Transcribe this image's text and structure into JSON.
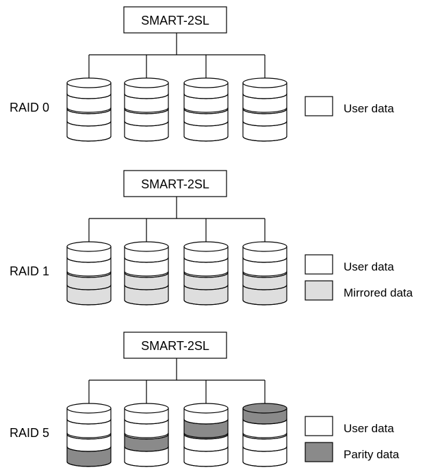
{
  "colors": {
    "user": "#ffffff",
    "mirrored": "#dedede",
    "parity": "#8a8a8a",
    "line": "#000000"
  },
  "sections": [
    {
      "controller": "SMART-2SL",
      "raid_label": "RAID 0",
      "disks": [
        [
          "user",
          "user",
          "user",
          "user"
        ],
        [
          "user",
          "user",
          "user",
          "user"
        ],
        [
          "user",
          "user",
          "user",
          "user"
        ],
        [
          "user",
          "user",
          "user",
          "user"
        ]
      ],
      "legend": [
        {
          "key": "user",
          "label": "User data"
        }
      ]
    },
    {
      "controller": "SMART-2SL",
      "raid_label": "RAID 1",
      "disks": [
        [
          "user",
          "user",
          "user",
          "user"
        ],
        [
          "user",
          "user",
          "user",
          "user"
        ],
        [
          "mirrored",
          "mirrored",
          "mirrored",
          "mirrored"
        ],
        [
          "mirrored",
          "mirrored",
          "mirrored",
          "mirrored"
        ]
      ],
      "legend": [
        {
          "key": "user",
          "label": "User data"
        },
        {
          "key": "mirrored",
          "label": "Mirrored data"
        }
      ]
    },
    {
      "controller": "SMART-2SL",
      "raid_label": "RAID 5",
      "disks": [
        [
          "user",
          "user",
          "user",
          "parity"
        ],
        [
          "user",
          "user",
          "parity",
          "user"
        ],
        [
          "user",
          "parity",
          "user",
          "user"
        ],
        [
          "parity",
          "user",
          "user",
          "user"
        ]
      ],
      "legend": [
        {
          "key": "user",
          "label": "User data"
        },
        {
          "key": "parity",
          "label": "Parity data"
        }
      ]
    }
  ]
}
